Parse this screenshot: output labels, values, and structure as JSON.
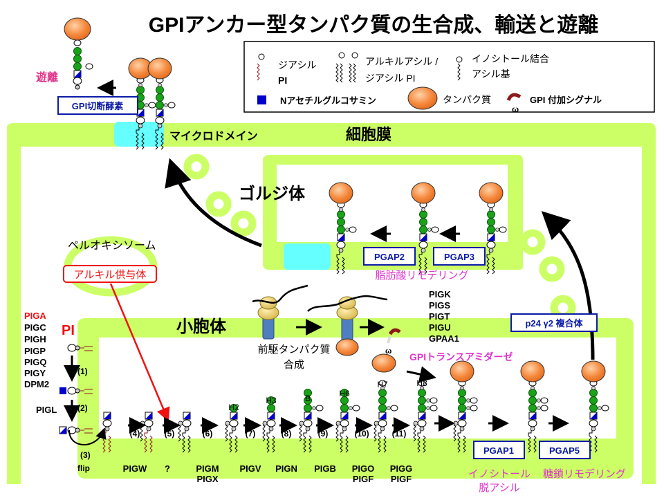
{
  "title": "GPIアンカー型タンパク質の生合成、輸送と遊離",
  "colors": {
    "membrane": "#ccff66",
    "microdomain": "#66ffff",
    "protein": "#f5883c",
    "mannose": "#1aa31a",
    "glcnac": "#0000cc",
    "label_red": "#ee1111",
    "label_magenta": "#e033cc",
    "label_blue": "#0a1aa8",
    "signal": "#8b1a1a"
  },
  "legend": {
    "diacyl_pi": [
      "ジアシル",
      "PI"
    ],
    "alkylacyl_pi": [
      "アルキルアシル /",
      "ジアシル PI"
    ],
    "inositol_acyl": [
      "イノシトール結合",
      "アシル基"
    ],
    "glcnac": "Nアセチルグルコサミン",
    "protein": "タンパク質",
    "signal": "GPI 付加シグナル",
    "omega": "ω"
  },
  "compartments": {
    "plasma_membrane": "細胞膜",
    "microdomain": "マイクロドメイン",
    "golgi": "ゴルジ体",
    "er": "小胞体",
    "peroxisome": "ペルオキシソーム"
  },
  "release": {
    "label": "遊離",
    "enzyme": "GPI切断酵素"
  },
  "golgi": {
    "enzymes": [
      "PGAP2",
      "PGAP3"
    ],
    "caption": "脂肪酸リモデリング"
  },
  "transport": {
    "complex": "p24 γ2 複合体"
  },
  "alkyl_donor": "アルキル供与体",
  "precursor": {
    "caption": [
      "前駆タンパク質",
      "合成"
    ]
  },
  "transamidase": {
    "genes": [
      "PIGK",
      "PIGS",
      "PIGT",
      "PIGU",
      "GPAA1"
    ],
    "label": "GPIトランスアミダーゼ"
  },
  "early": {
    "pi_label": "PI",
    "step1_genes": [
      "PIGA",
      "PIGC",
      "PIGH",
      "PIGP",
      "PIGQ",
      "PIGY",
      "DPM2"
    ],
    "step2_gene": "PIGL",
    "flip": "flip"
  },
  "steps": [
    "(1)",
    "(2)",
    "(3)",
    "(4)",
    "(5)",
    "(6)",
    "(7)",
    "(8)",
    "(9)",
    "(10)",
    "(11)"
  ],
  "intermediates": [
    "H2",
    "H3",
    "B",
    "H6",
    "H7",
    "H8"
  ],
  "step_genes": [
    [
      "PIGW"
    ],
    [
      "?"
    ],
    [
      "PIGM",
      "PIGX"
    ],
    [
      "PIGV"
    ],
    [
      "PIGN"
    ],
    [
      "PIGB"
    ],
    [
      "PIGO",
      "PIGF"
    ],
    [
      "PIGG",
      "PIGF"
    ]
  ],
  "er_remodeling": {
    "enzymes": [
      "PGAP1",
      "PGAP5"
    ],
    "captions": [
      [
        "イノシトール",
        "脱アシル"
      ],
      [
        "糖鎖リモデリング"
      ]
    ]
  }
}
